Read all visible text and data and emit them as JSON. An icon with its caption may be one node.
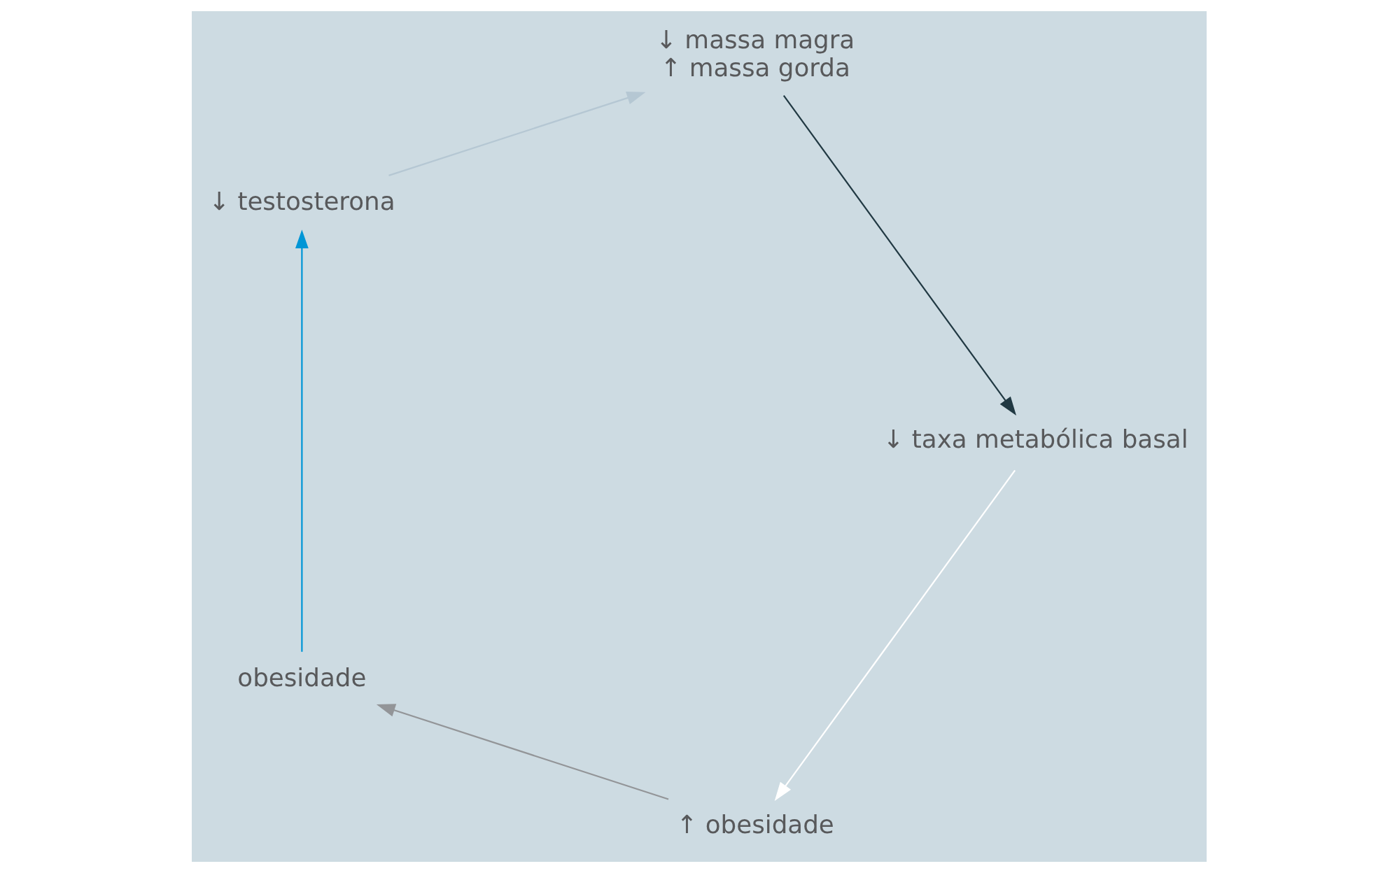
{
  "diagram": {
    "nodes": [
      {
        "text": [
          "↑ obesidade"
        ]
      },
      {
        "text": [
          "obesidade"
        ]
      },
      {
        "text": [
          "↓ testosterona"
        ]
      },
      {
        "text": [
          "↓ massa magra",
          "↑ massa gorda"
        ]
      },
      {
        "text": [
          "↓ taxa metabólica basal"
        ]
      }
    ],
    "edges": [
      {
        "from": 0,
        "to": 1,
        "arrow": "to",
        "color": "#939598"
      },
      {
        "from": 1,
        "to": 2,
        "arrow": "to",
        "color": "#0096d6"
      },
      {
        "from": 2,
        "to": 3,
        "arrow": "to",
        "color": "#b5c7d3"
      },
      {
        "from": 3,
        "to": 4,
        "arrow": "to",
        "color": "#213943"
      },
      {
        "from": 4,
        "to": 0,
        "arrow": "to",
        "color": "#ffffff"
      }
    ]
  }
}
